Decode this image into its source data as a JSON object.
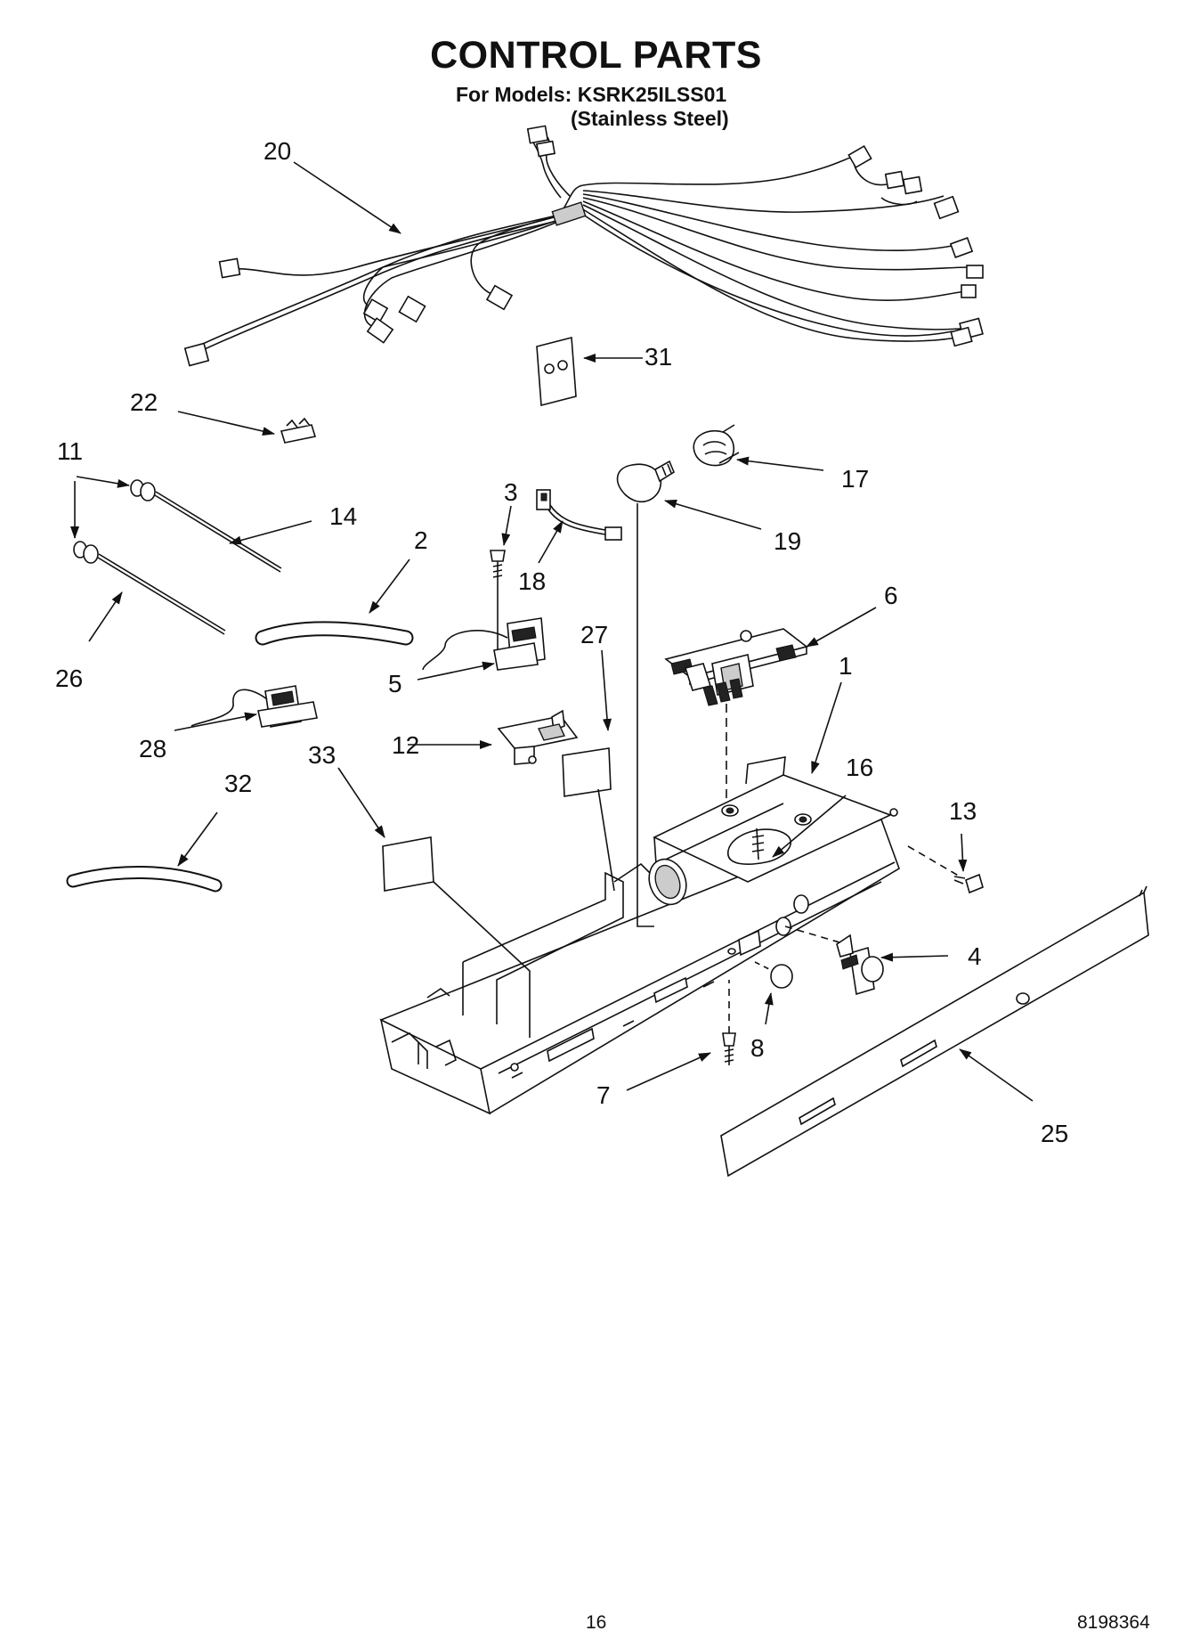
{
  "header": {
    "title": "CONTROL PARTS",
    "models_line": "For Models: KSRK25ILSS01",
    "variant_line": "(Stainless Steel)"
  },
  "callouts": {
    "p1": "1",
    "p2": "2",
    "p3": "3",
    "p4": "4",
    "p5": "5",
    "p6": "6",
    "p7": "7",
    "p8": "8",
    "p11": "11",
    "p12": "12",
    "p13": "13",
    "p14": "14",
    "p16": "16",
    "p17": "17",
    "p18": "18",
    "p19": "19",
    "p20": "20",
    "p22": "22",
    "p25": "25",
    "p26": "26",
    "p27": "27",
    "p28": "28",
    "p31": "31",
    "p32": "32",
    "p33": "33"
  },
  "footer": {
    "page_number": "16",
    "doc_number": "8198364"
  }
}
